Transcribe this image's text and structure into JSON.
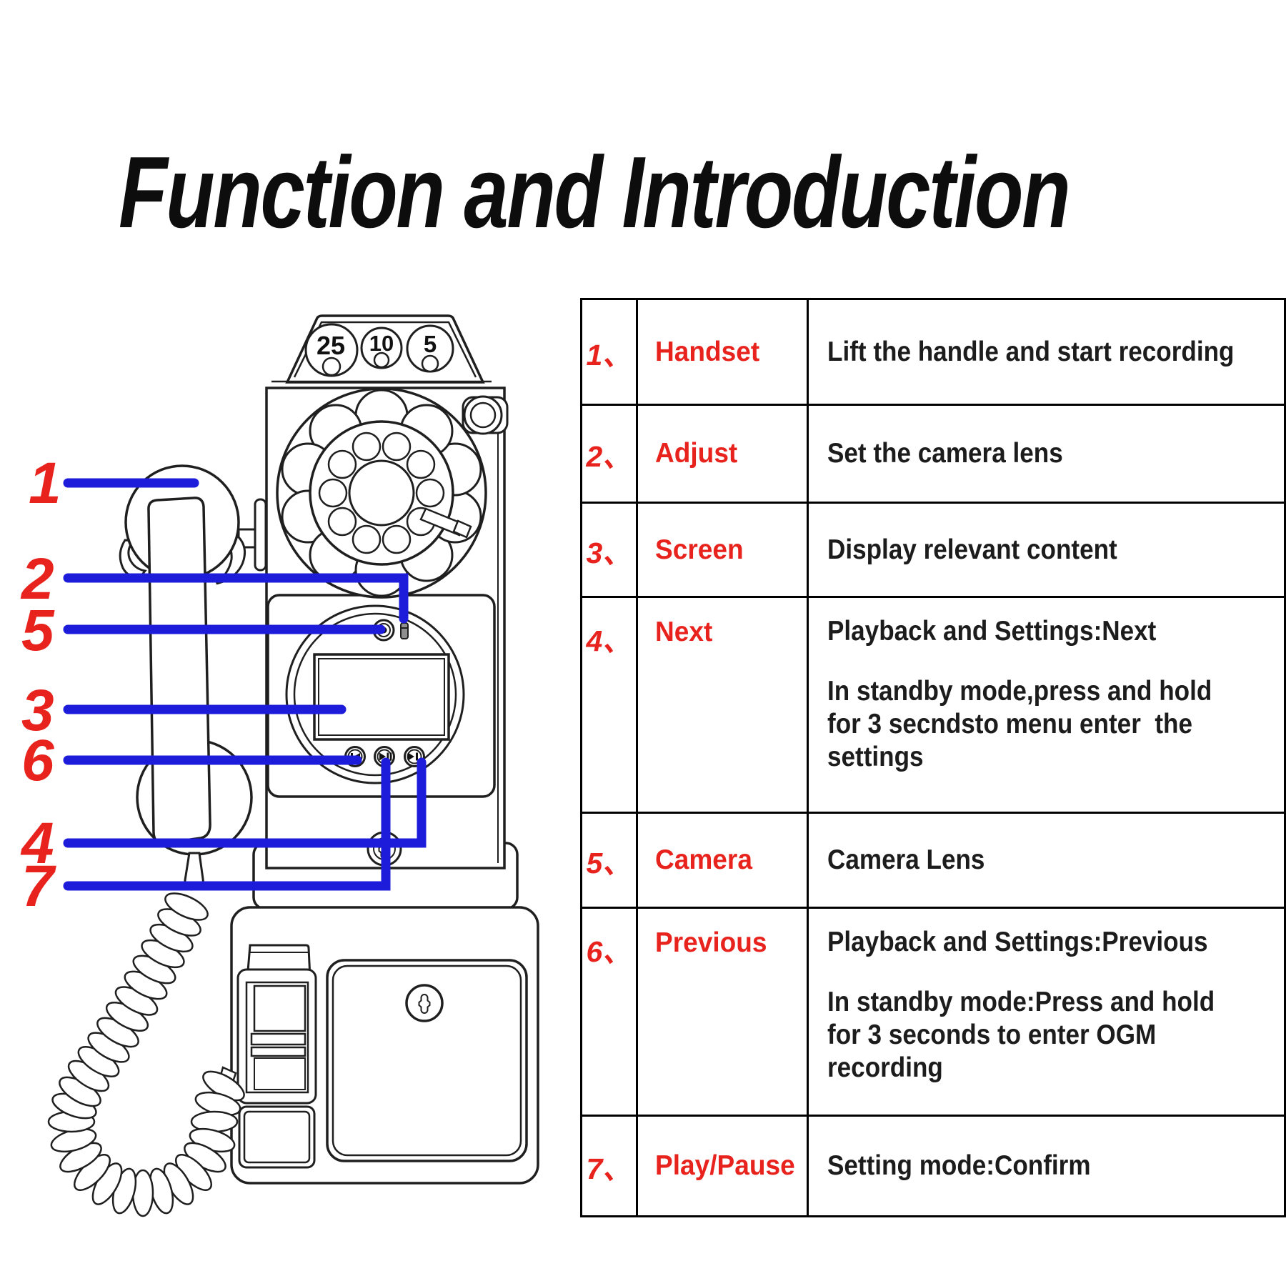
{
  "title": "Function and Introduction",
  "colors": {
    "red": "#e8231d",
    "blue": "#1d1cdb",
    "ink": "#1f1f1f"
  },
  "diagram": {
    "coin_labels": [
      "25",
      "10",
      "5"
    ],
    "callout_numbers": [
      "1",
      "2",
      "5",
      "3",
      "6",
      "4",
      "7"
    ]
  },
  "table": {
    "rows": [
      {
        "num": "1、",
        "name": "Handset",
        "desc": [
          "Lift the handle and start recording"
        ]
      },
      {
        "num": "2、",
        "name": "Adjust",
        "desc": [
          "Set the camera lens"
        ]
      },
      {
        "num": "3、",
        "name": "Screen",
        "desc": [
          "Display relevant content"
        ]
      },
      {
        "num": "4、",
        "name": "Next",
        "desc": [
          "Playback and Settings:Next",
          "In standby mode,press and hold\nfor 3 secndsto menu enter  the\nsettings"
        ]
      },
      {
        "num": "5、",
        "name": "Camera",
        "desc": [
          "Camera Lens"
        ]
      },
      {
        "num": "6、",
        "name": "Previous",
        "desc": [
          "Playback and Settings:Previous",
          "In standby mode:Press and hold\nfor 3 seconds to enter OGM\nrecording"
        ]
      },
      {
        "num": "7、",
        "name": "Play/Pause",
        "desc": [
          "Setting mode:Confirm"
        ]
      }
    ]
  }
}
